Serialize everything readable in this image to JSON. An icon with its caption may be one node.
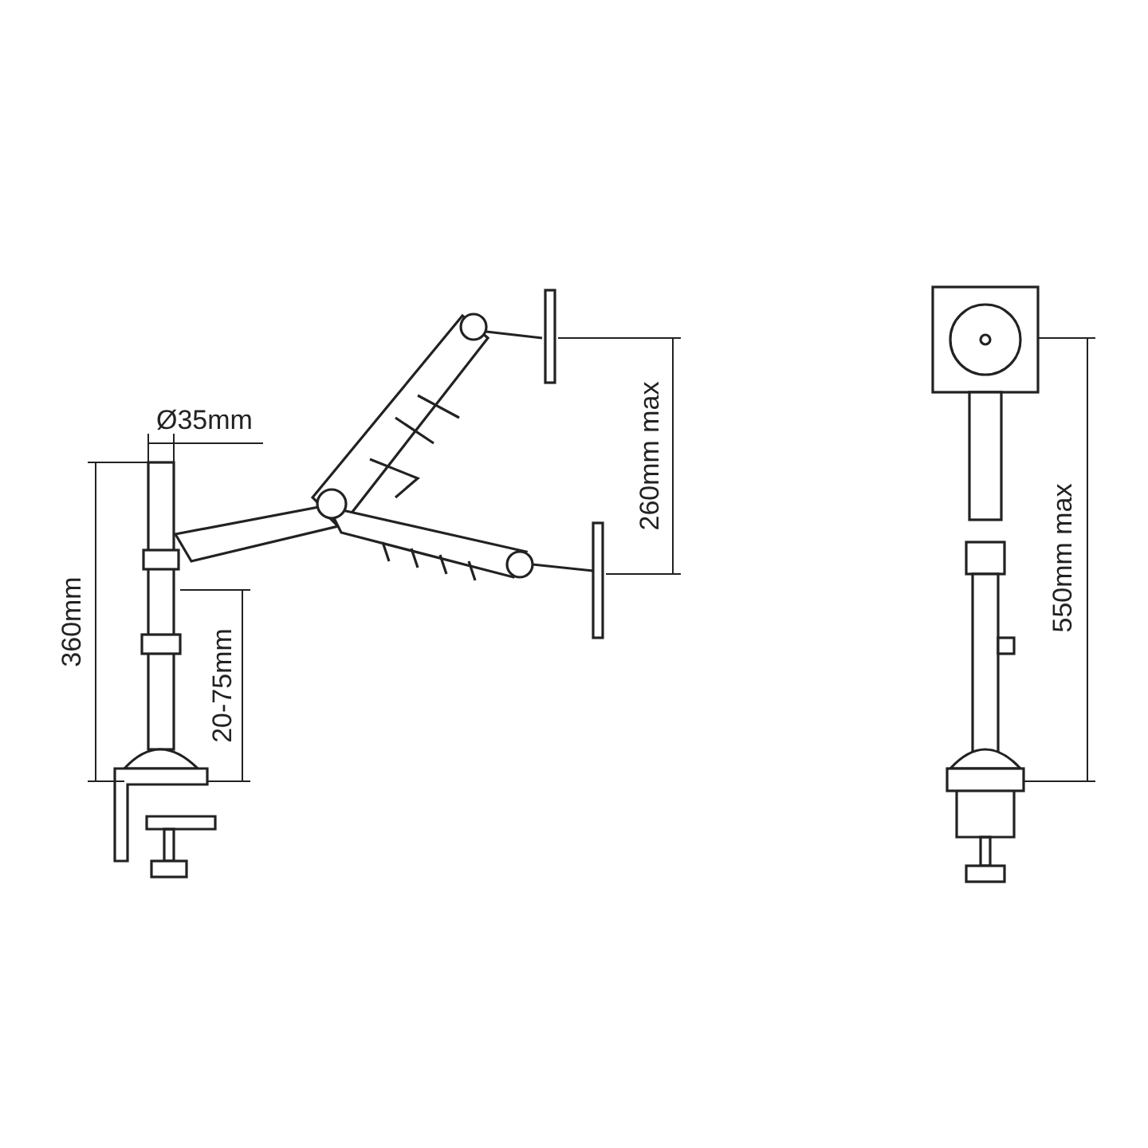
{
  "diagram": {
    "labels": [
      "Ø35mm",
      "360mm",
      "20-75mm",
      "260mm max",
      "550mm max"
    ]
  }
}
